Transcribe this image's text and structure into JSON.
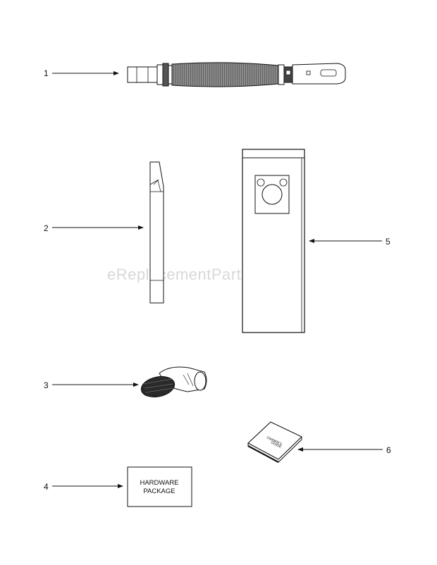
{
  "watermark": "eReplacementParts.com",
  "callouts": [
    {
      "number": "1",
      "part": "flexible-hose-icon"
    },
    {
      "number": "2",
      "part": "crevice-tool-icon"
    },
    {
      "number": "3",
      "part": "dusting-brush-icon"
    },
    {
      "number": "4",
      "part": "hardware-package-box"
    },
    {
      "number": "5",
      "part": "filter-bag-icon"
    },
    {
      "number": "6",
      "part": "owners-guide-icon"
    }
  ],
  "hardware_package": {
    "line1": "HARDWARE",
    "line2": "PACKAGE"
  },
  "owners_guide": {
    "line1": "OWNER'S",
    "line2": "GUIDE"
  }
}
